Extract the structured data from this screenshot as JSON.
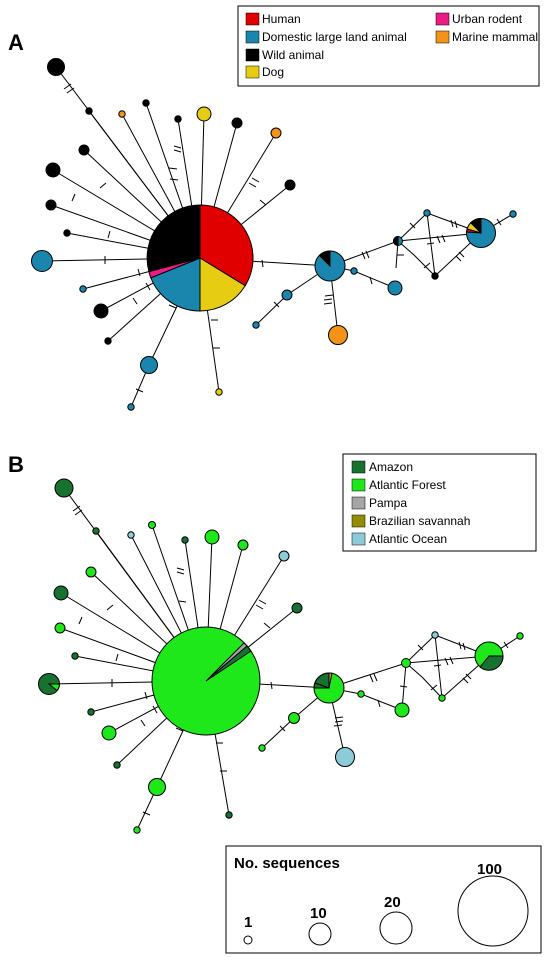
{
  "panels": [
    {
      "letter": "A",
      "legend": [
        {
          "label": "Human",
          "color": "#e00000"
        },
        {
          "label": "Urban rodent",
          "color": "#ee1b84"
        },
        {
          "label": "Domestic large land animal",
          "color": "#1a86ae"
        },
        {
          "label": "Marine mammal",
          "color": "#f39418"
        },
        {
          "label": "Wild animal",
          "color": "#000000"
        },
        {
          "label": "Dog",
          "color": "#e6cc12"
        }
      ]
    },
    {
      "letter": "B",
      "legend": [
        {
          "label": "Amazon",
          "color": "#17722f"
        },
        {
          "label": "Atlantic Forest",
          "color": "#1ee81a"
        },
        {
          "label": "Pampa",
          "color": "#a6a6a6"
        },
        {
          "label": "Brazilian savannah",
          "color": "#938d05"
        },
        {
          "label": "Atlantic Ocean",
          "color": "#8ecbd9"
        }
      ]
    }
  ],
  "size_legend": {
    "title": "No. sequences",
    "entries": [
      {
        "label": "1",
        "count": 1
      },
      {
        "label": "10",
        "count": 10
      },
      {
        "label": "20",
        "count": 20
      },
      {
        "label": "100",
        "count": 100
      }
    ]
  }
}
